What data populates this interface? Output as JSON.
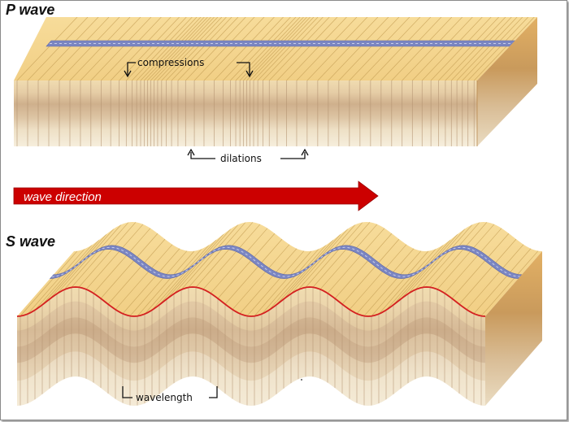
{
  "p_wave": {
    "title": "P wave",
    "compressions_label": "compressions",
    "dilations_label": "dilations"
  },
  "direction": {
    "label": "wave direction",
    "color": "#cc0000"
  },
  "s_wave": {
    "title": "S wave",
    "wavelength_label": "wavelength"
  },
  "colors": {
    "top_surface": "#f4d48c",
    "top_lines": "#c9a35a",
    "blue_band": "#7b86c2",
    "red_line": "#d42020",
    "side_right": "#d8a85a",
    "layer_1": "#f2ddb4",
    "layer_2": "#d9c1a0",
    "layer_3": "#c9ab8a",
    "layer_4": "#e7d4b6",
    "layer_5": "#f3e9d4"
  }
}
